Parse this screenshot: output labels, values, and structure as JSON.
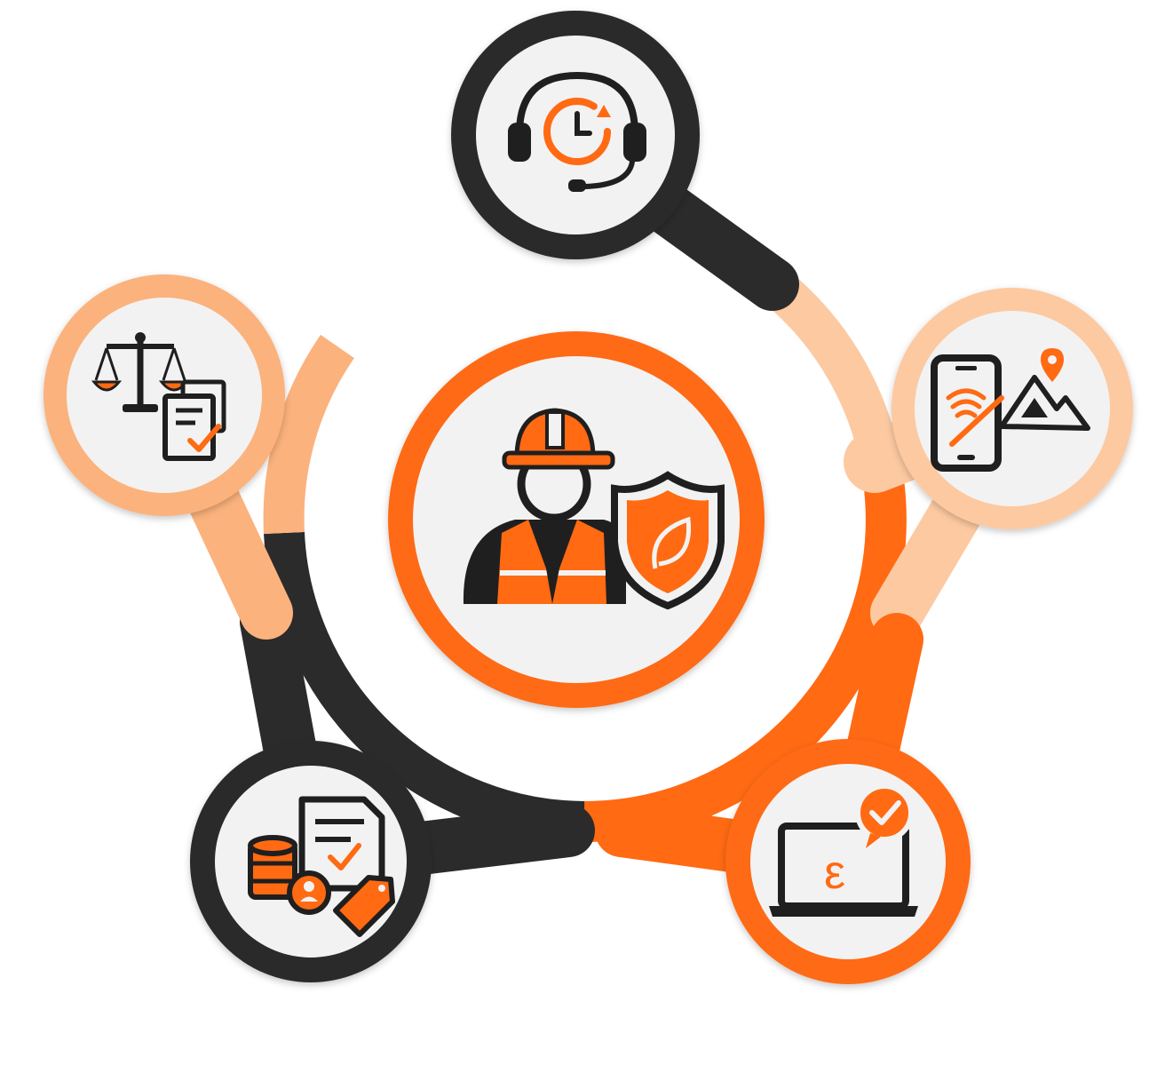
{
  "colors": {
    "dark": "#2b2b2b",
    "orange": "#ff6a13",
    "light_orange": "#fbb27c",
    "pale_orange": "#fdc9a1",
    "node_fill": "#f2f2f2",
    "icon_dark": "#1f1f1f",
    "background": "#ffffff"
  },
  "hub": {
    "icon": "worker-safety-shield-icon"
  },
  "nodes": [
    {
      "id": "support",
      "icon": "headset-clock-icon",
      "color": "dark"
    },
    {
      "id": "mobile-location",
      "icon": "mobile-map-pin-icon",
      "color": "pale_orange"
    },
    {
      "id": "elearning",
      "icon": "laptop-checkmark-icon",
      "color": "orange"
    },
    {
      "id": "records",
      "icon": "database-document-tag-icon",
      "color": "dark"
    },
    {
      "id": "compliance",
      "icon": "scales-checklist-icon",
      "color": "light_orange"
    }
  ]
}
